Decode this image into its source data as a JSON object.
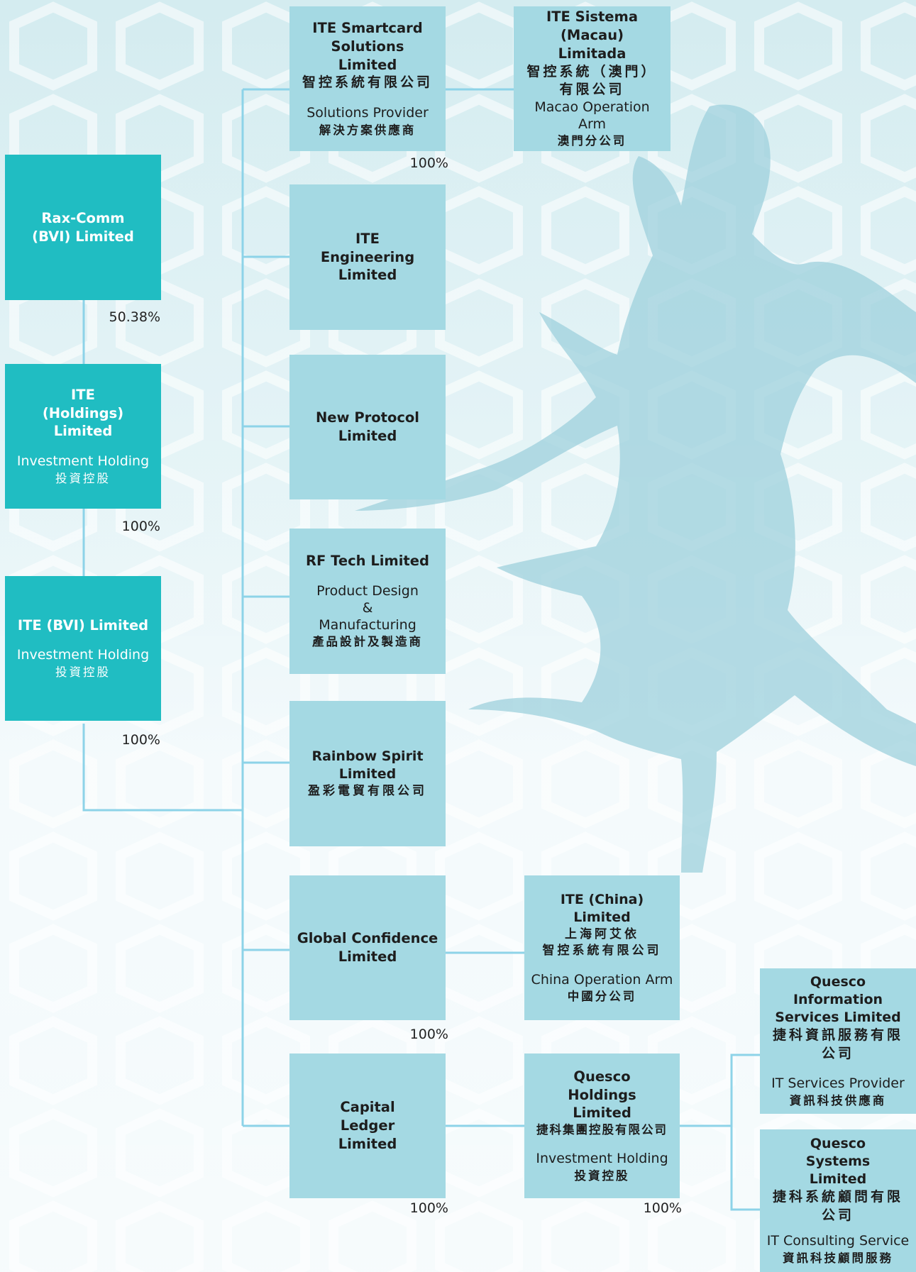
{
  "colors": {
    "primary_box": "#20bdc2",
    "subsidiary_box": "#a4d9e3",
    "connector": "#8dd3e8"
  },
  "boxes": {
    "rax_comm": {
      "name": "Rax-Comm (BVI) Limited"
    },
    "ite_holdings": {
      "name": "ITE (Holdings) Limited",
      "role_en": "Investment Holding",
      "role_zh": "投資控股"
    },
    "ite_bvi": {
      "name": "ITE (BVI) Limited",
      "role_en": "Investment Holding",
      "role_zh": "投資控股"
    },
    "ite_smartcard": {
      "name": "ITE Smartcard Solutions Limited",
      "name_zh": "智控系統有限公司",
      "role_en": "Solutions Provider",
      "role_zh": "解決方案供應商"
    },
    "ite_sistema": {
      "name": "ITE Sistema (Macau) Limitada",
      "name_zh_1": "智控系統（澳門）",
      "name_zh_2": "有限公司",
      "role_en": "Macao Operation Arm",
      "role_zh": "澳門分公司"
    },
    "ite_engineering": {
      "name": "ITE Engineering Limited"
    },
    "new_protocol": {
      "name": "New Protocol Limited"
    },
    "rf_tech": {
      "name": "RF Tech Limited",
      "role_en": "Product Design & Manufacturing",
      "role_zh": "產品設計及製造商"
    },
    "rainbow_spirit": {
      "name": "Rainbow Spirit Limited",
      "name_zh": "盈彩電貿有限公司"
    },
    "global_confidence": {
      "name": "Global Confidence Limited"
    },
    "ite_china": {
      "name": "ITE (China) Limited",
      "name_zh_1": "上海阿艾依",
      "name_zh_2": "智控系統有限公司",
      "role_en": "China Operation Arm",
      "role_zh": "中國分公司"
    },
    "capital_ledger": {
      "name": "Capital Ledger Limited"
    },
    "quesco_holdings": {
      "name": "Quesco Holdings Limited",
      "name_zh": "捷科集團控股有限公司",
      "role_en": "Investment Holding",
      "role_zh": "投資控股"
    },
    "quesco_info": {
      "name": "Quesco Information Services Limited",
      "name_zh": "捷科資訊服務有限公司",
      "role_en": "IT Services Provider",
      "role_zh": "資訊科技供應商"
    },
    "quesco_systems": {
      "name": "Quesco Systems Limited",
      "name_zh": "捷科系統顧問有限公司",
      "role_en": "IT Consulting Service",
      "role_zh": "資訊科技顧問服務"
    }
  },
  "ownership": {
    "rax_to_holdings": "50.38%",
    "holdings_to_bvi": "100%",
    "bvi_to_subsidiaries": "100%",
    "smartcard_to_sistema": "100%",
    "global_to_china": "100%",
    "capital_to_quesco": "100%",
    "quesco_to_subsidiaries": "100%"
  }
}
